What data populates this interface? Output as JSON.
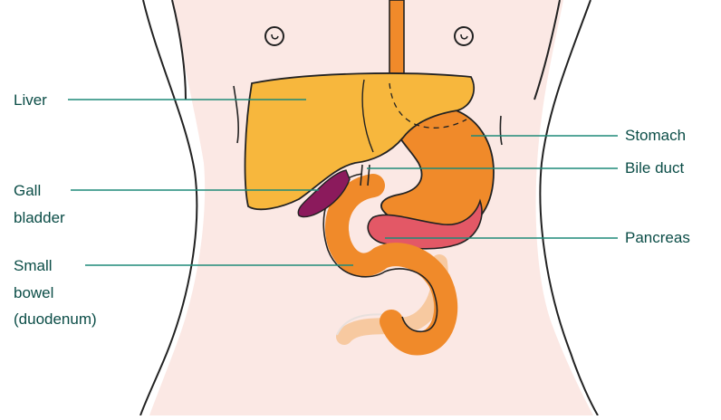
{
  "labels": {
    "liver": "Liver",
    "gall_bladder": [
      "Gall",
      "bladder"
    ],
    "small_bowel": [
      "Small",
      "bowel",
      "(duodenum)"
    ],
    "stomach": "Stomach",
    "bile_duct": "Bile duct",
    "pancreas": "Pancreas"
  },
  "colors": {
    "label_text": "#0b4d47",
    "leader_line": "#1f8a78",
    "body_fill": "#fbe8e4",
    "outline": "#222222",
    "liver": "#f7b73d",
    "stomach": "#f08a2a",
    "bowel": "#f08a2a",
    "gall_bladder": "#8b1a5c",
    "pancreas": "#e35866",
    "esophagus": "#f08a2a"
  },
  "icons": [
    "nipple-left-icon",
    "nipple-right-icon"
  ]
}
